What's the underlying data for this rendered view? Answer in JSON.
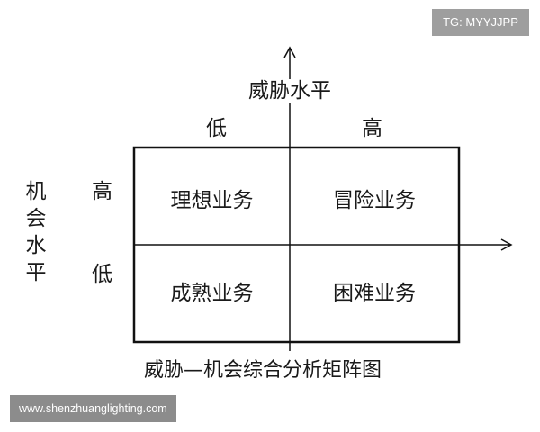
{
  "watermark_top": "TG: MYYJJPP",
  "watermark_bottom": "www.shenzhuanglighting.com",
  "diagram": {
    "x_axis_label": "威胁水平",
    "x_low": "低",
    "x_high": "高",
    "y_axis_label": "机会水平",
    "y_high": "高",
    "y_low": "低",
    "cells": {
      "top_left": "理想业务",
      "top_right": "冒险业务",
      "bottom_left": "成熟业务",
      "bottom_right": "困难业务"
    },
    "caption": "威胁—机会综合分析矩阵图"
  }
}
